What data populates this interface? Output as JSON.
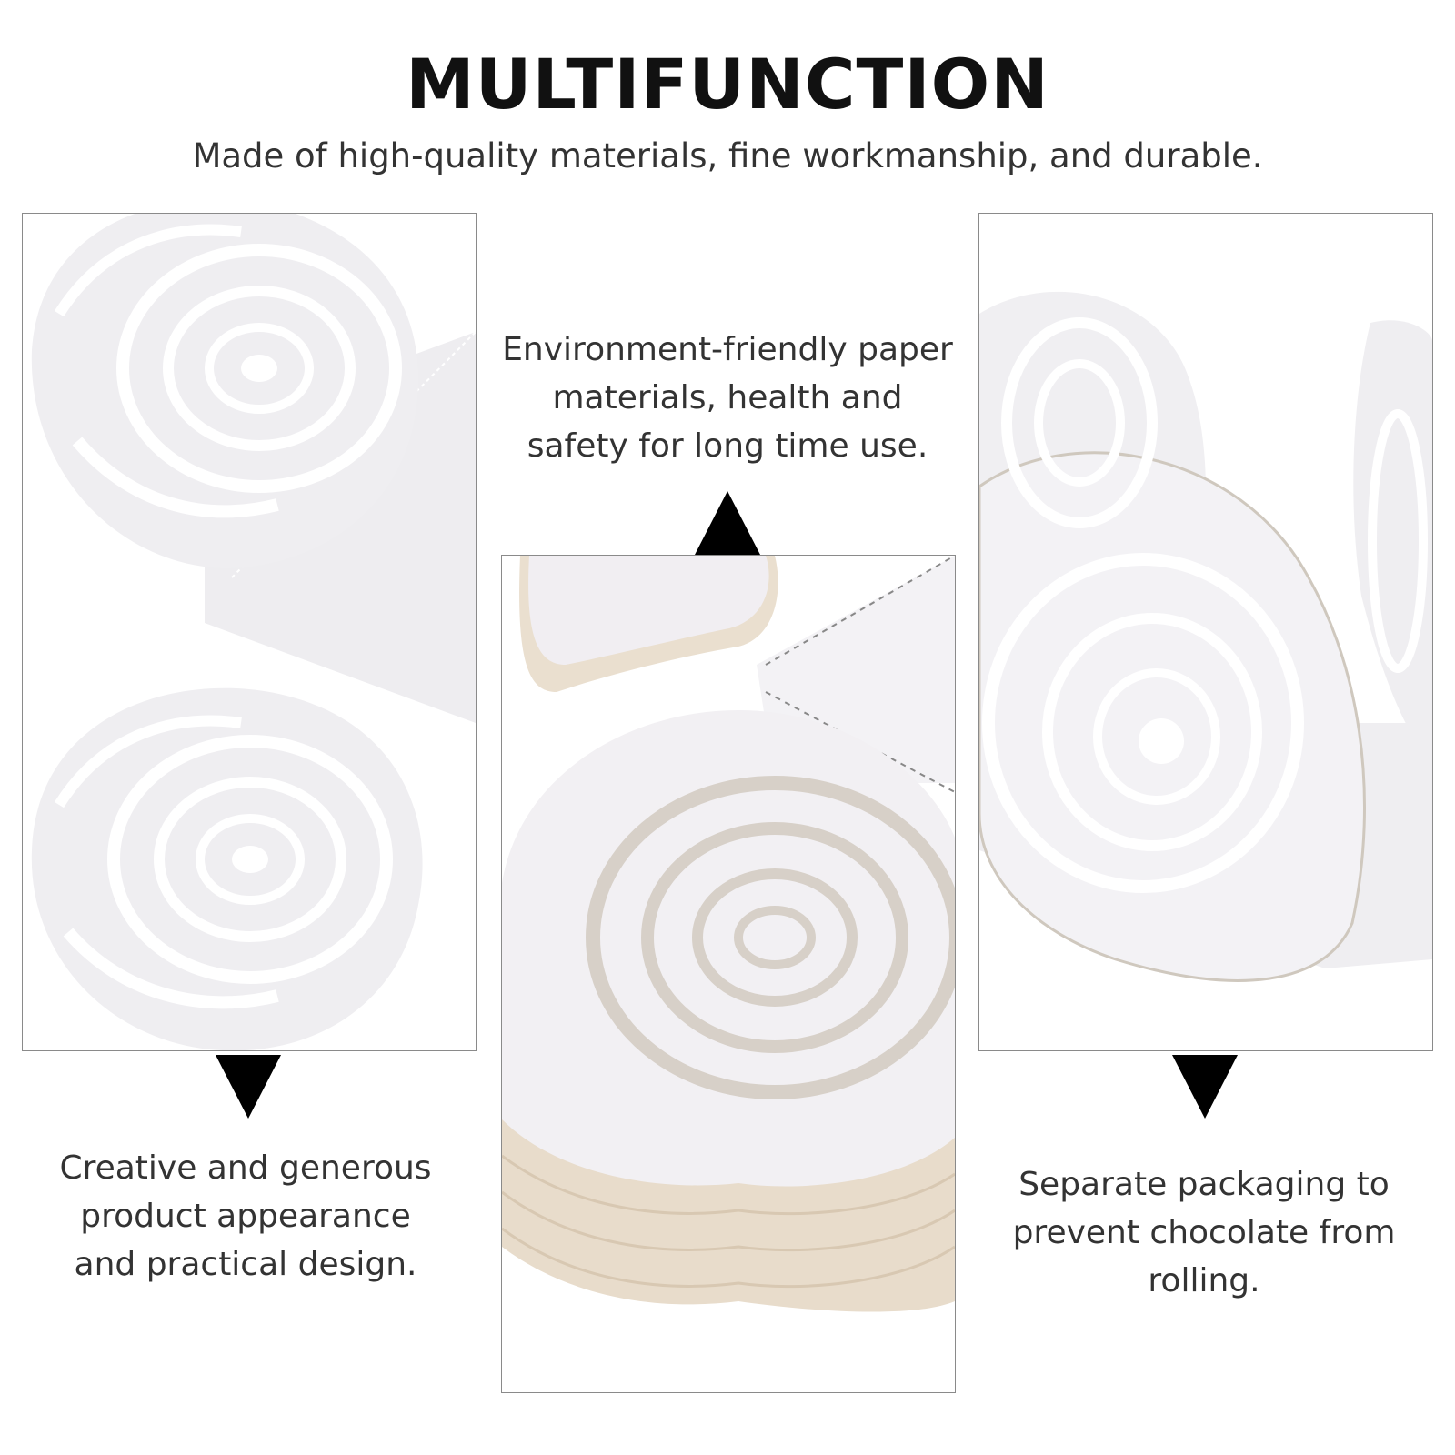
{
  "header": {
    "title": "MULTIFUNCTION",
    "subtitle": "Made of high-quality materials, fine workmanship, and durable."
  },
  "features": [
    {
      "text": "Creative and generous product appearance and practical design."
    },
    {
      "text": "Environment-friendly paper materials, health and safety for long time use."
    },
    {
      "text": "Separate packaging to prevent chocolate from rolling."
    }
  ],
  "images": [
    {
      "subject": "flat lace-cut rose paper wrapper"
    },
    {
      "subject": "stack of lace-cut rose paper wrappers"
    },
    {
      "subject": "folded lace-cut rose paper holder"
    }
  ],
  "colors": {
    "background": "#ffffff",
    "paper": "#f2f1f3",
    "cutout": "#ffffff",
    "paper_edge": "#e8dccb",
    "arrow": "#000000",
    "frame": "#8a8a8a"
  }
}
